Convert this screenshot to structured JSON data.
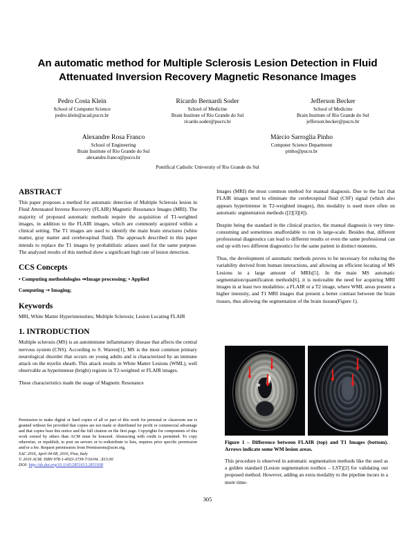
{
  "paper": {
    "title": "An automatic method for Multiple Sclerosis Lesion Detection in Fluid Attenuated Inversion Recovery Magnetic Resonance Images",
    "page_number": "305",
    "affiliation_footer": "Pontifical Catholic University of Rio Grande do Sul"
  },
  "authors_row1": [
    {
      "name": "Pedro Costa Klein",
      "line1": "School of Computer Science",
      "line2": "pedro.klein@acad.pucrs.br",
      "line3": ""
    },
    {
      "name": "Ricardo Bernardi Soder",
      "line1": "School of Medicine",
      "line2": "Brain Institute of Rio Grande do Sul",
      "line3": "ricardo.soder@pucrs.br"
    },
    {
      "name": "Jefferson Becker",
      "line1": "School of Medicine",
      "line2": "Brain Institute of Rio Grande do Sul",
      "line3": "jefferson.becker@pucrs.br"
    }
  ],
  "authors_row2": [
    {
      "name": "Alexandre Rosa Franco",
      "line1": "School of Engineering",
      "line2": "Brain Institute of Rio Grande do Sul",
      "line3": "alexandre.franco@pucrs.br"
    },
    {
      "name": "Márcio Sarroglia Pinho",
      "line1": "Computer Science Department",
      "line2": "pinho@pucrs.br",
      "line3": ""
    }
  ],
  "abstract": {
    "heading": "ABSTRACT",
    "body": "This paper proposes a method for automatic detection of Multiple Sclerosis lesion in Fluid Attenuated Inverse Recovery (FLAIR) Magnetic Resonance Images (MRI). The majority of proposed automatic methods require the acquisition of T1-weighted images, in addition to the FLAIR images, which are commonly acquired within a clinical setting. The T1 images are used to identify the main brain structures (white matter, gray matter and cerebrospinal fluid). The approach described in this paper intends to replace the T1 images by probabilistic atlases used for the same purpose. The analyzed results of this method show a significant high rate of lesion detection."
  },
  "ccs": {
    "heading": "CCS Concepts",
    "line1": "• Computing methodologies ⇒Image processing; • Applied",
    "line2": "Computing ⇾ Imaging;"
  },
  "keywords": {
    "heading": "Keywords",
    "body": "MRI, White Matter Hyperintensities; Multiple Sclerosis; Lesion Locating FLAIR"
  },
  "introduction": {
    "heading": "1.  INTRODUCTION",
    "para1": "Multiple sclerosis (MS) is an autoimmune inflammatory disease that affects the central nervous system (CNS).  According to S. Warren[1], MS is the most common primary neurological disorder that occurs on young adults and is characterized by an immune attack on the myelin sheath. This attack results in White Matter Lesions (WML), well observable as hyperintense (bright) regions in T2-weighted or FLAIR images.",
    "para2": "These characteristics made the usage of Magnetic Resonance"
  },
  "right_column": {
    "para1": "Images (MRI) the most common method for manual diagnosis. Due to the fact that FLAIR images tend to eliminate the cerebrospinal fluid (CSF) signal (which also appears hyperintense in T2-weighted images), this modality is used more often on automatic segmentation methods ([2][3][4]).",
    "para2": "Despite being the standard in the clinical practice, the manual diagnosis is very time-consuming and sometimes unaffordable to run in large-scale. Besides that, different professional diagnostics can lead to different results or even the same professional can end up with two different diagnostics for the same patient in distinct moments.",
    "para3": "Thus, the development of automatic methods proves to be necessary for reducing the variability derived from human interactions, and allowing an efficient locating of MS Lesions in a large amount of MRIs[5]. In the main MS automatic segmentation/quantification methods[6], it is noticeable the need for acquiring MRI images in at least two modalities: a FLAIR or a T2 image, where WML areas present a higher intensity, and T1 MRI images that present a better contrast between the brain tissues, thus allowing the segmentation of the brain tissues(Figure 1)."
  },
  "figure": {
    "caption": "Figure 1 – Difference between FLAIR (top) and T1 Images (bottom). Arrows indicate some WM lesion areas.",
    "left_image_name": "flair-mri-axial-brain",
    "right_image_name": "t1-mri-axial-brain",
    "text_after": "This procedure is observed in automatic segmentation methods like the used as a golden standard (Lesion segmentation toolbox – LST)[2] for validating our proposed method. However, adding an extra modality to the pipeline incurs in a more time-"
  },
  "copyright": {
    "permission": "Permission to make digital or hard copies of all or part of this work for personal or classroom use is granted without fee provided that copies are not made or distributed for profit or commercial advantage and that copies bear this notice and the full citation on the first page. Copyrights for components of this work owned by others than ACM must be honored. Abstracting with credit is permitted. To copy otherwise, or republish, to post on servers or to redistribute to lists, requires prior specific permission and/or a fee. Request permissions from Permissions@acm.org.",
    "conference": "SAC 2016, April 04-08, 2016, Pisa, Italy",
    "acm_line": "© 2016 ACM. ISBN 978-1-4503-3739-7/16/04…$15.00",
    "doi_label": "DOI: ",
    "doi_url": "http://dx.doi.org/10.1145/2851613.2851938"
  },
  "colors": {
    "link": "#2a3ec0",
    "arrow": "#e8201c",
    "page_bg": "#ffffff",
    "text": "#000000"
  }
}
